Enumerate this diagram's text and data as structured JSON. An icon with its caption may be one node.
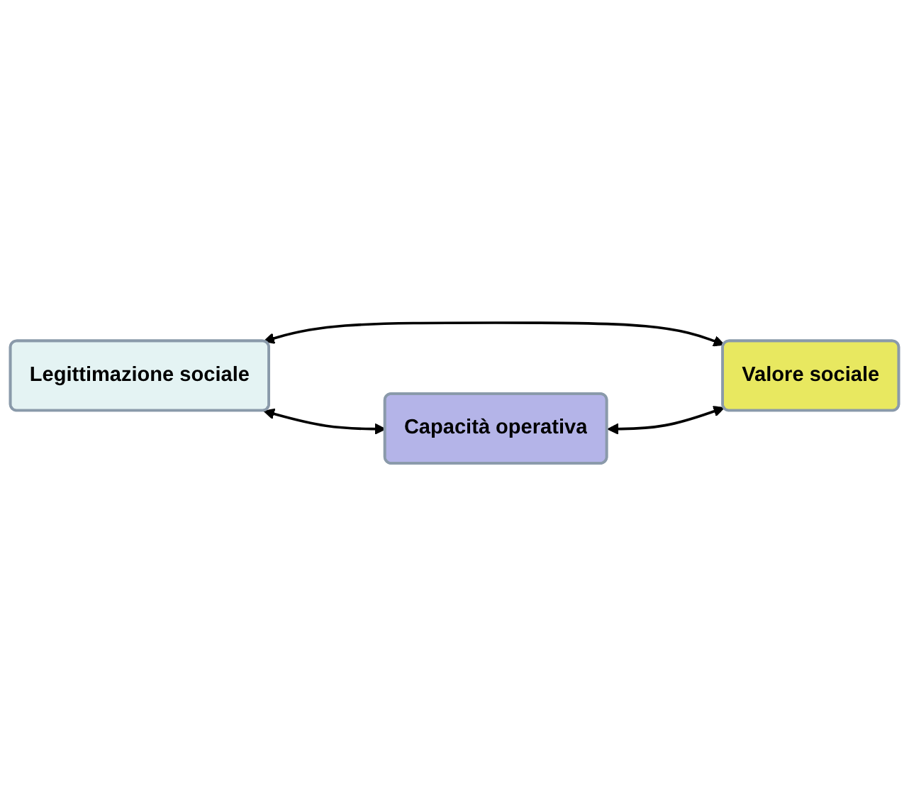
{
  "diagram": {
    "nodes": [
      {
        "text": [
          "Legittimazione sociale"
        ]
      },
      {
        "text": [
          "Valore sociale"
        ]
      },
      {
        "text": [
          "Capacità operativa"
        ]
      }
    ],
    "edges": [
      {
        "from": 0,
        "to": 1,
        "arrow": "both"
      },
      {
        "from": 0,
        "to": 2,
        "arrow": "both"
      },
      {
        "from": 2,
        "to": 1,
        "arrow": "both"
      }
    ]
  }
}
